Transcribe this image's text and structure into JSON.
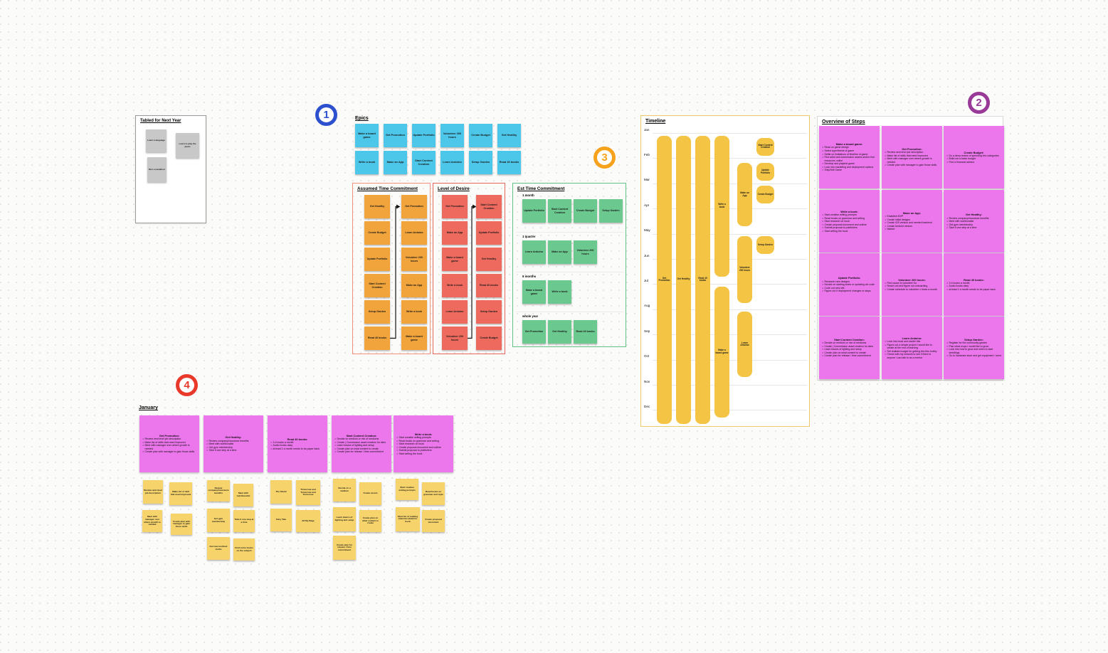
{
  "colors": {
    "cyan": "#4cc6e9",
    "orange": "#f2a43c",
    "red": "#ee6a5f",
    "green": "#6bc88e",
    "yellow_bar": "#f4c445",
    "yellow_note": "#f6d36b",
    "gray": "#c8c8c8",
    "magenta": "#ec77ec",
    "marker_blue": "#2d50cf",
    "marker_purple": "#993a99",
    "marker_orange": "#f6a21d",
    "marker_red": "#e8392b"
  },
  "markers": [
    {
      "number": "1",
      "color": "#2d50cf"
    },
    {
      "number": "2",
      "color": "#993a99"
    },
    {
      "number": "3",
      "color": "#f6a21d"
    },
    {
      "number": "4",
      "color": "#e8392b"
    }
  ],
  "tabled": {
    "title": "Tabled for Next Year",
    "notes": [
      "Learn a language",
      "Learn to play the piano",
      "Run a marathon"
    ]
  },
  "epics": {
    "title": "Epics",
    "notes": [
      "Make a board game",
      "Get Promotion",
      "Update Portfolio",
      "Volunteer 200 hours",
      "Create Budget",
      "Get Healthy",
      "Write a book",
      "Make an App",
      "Start Content Creation",
      "Learn Arduino",
      "Setup Garden",
      "Read 40 books"
    ]
  },
  "assumed": {
    "title": "Assumed Time Commitment",
    "left": [
      "Get Healthy",
      "Create Budget",
      "Update Portfolio",
      "Start Content Creation",
      "Setup Garden",
      "Read 40 books"
    ],
    "right": [
      "Get Promotion",
      "Learn Arduino",
      "Volunteer 200 hours",
      "Make an App",
      "Write a book",
      "Make a board game"
    ]
  },
  "desire": {
    "title": "Level of Desire",
    "left": [
      "Get Promotion",
      "Make an App",
      "Make a board game",
      "Write a book",
      "Learn Arduino",
      "Volunteer 200 hours"
    ],
    "right": [
      "Start Content Creation",
      "Update Portfolio",
      "Get Healthy",
      "Read 40 books",
      "Setup Garden",
      "Create Budget"
    ]
  },
  "est": {
    "title": "Est Time Commitment",
    "groups": [
      {
        "label": "1 month",
        "notes": [
          "Update Portfolio",
          "Start Content Creation",
          "Create Budget",
          "Setup Garden"
        ]
      },
      {
        "label": "1 quarter",
        "notes": [
          "Learn Arduino",
          "Make an App",
          "Volunteer 200 hours"
        ]
      },
      {
        "label": "6 months",
        "notes": [
          "Make a board game",
          "Write a book"
        ]
      },
      {
        "label": "whole year",
        "notes": [
          "Get Promotion",
          "Get Healthy",
          "Read 40 books"
        ]
      }
    ]
  },
  "timeline": {
    "title": "Timeline",
    "months": [
      "Jan",
      "Feb",
      "Mar",
      "Apr",
      "May",
      "Jun",
      "Jul",
      "Aug",
      "Sep",
      "Oct",
      "Nov",
      "Dec"
    ],
    "bars": [
      {
        "label": "Get Promotion",
        "col": 0,
        "from": 0.1,
        "to": 11.55
      },
      {
        "label": "Get Healthy",
        "col": 1,
        "from": 0.1,
        "to": 11.55
      },
      {
        "label": "Read 40 books",
        "col": 2,
        "from": 0.1,
        "to": 11.55
      },
      {
        "label": "Write a book",
        "col": 3,
        "from": 0.1,
        "to": 5.7
      },
      {
        "label": "Make a board game",
        "col": 3,
        "from": 6.1,
        "to": 11.3
      },
      {
        "label": "Make an App",
        "col": 4,
        "from": 1.2,
        "to": 3.7
      },
      {
        "label": "Volunteer 200 hours",
        "col": 4,
        "from": 4.1,
        "to": 6.75
      },
      {
        "label": "Learn Arduino",
        "col": 4,
        "from": 7.1,
        "to": 9.7
      },
      {
        "label": "Start Content Creation",
        "col": 5,
        "from": 0.2,
        "to": 0.9
      },
      {
        "label": "Update Portfolio",
        "col": 5,
        "from": 1.2,
        "to": 1.9
      },
      {
        "label": "Create Budget",
        "col": 5,
        "from": 2.1,
        "to": 2.8
      },
      {
        "label": "Setup Garden",
        "col": 5,
        "from": 4.1,
        "to": 4.8
      }
    ]
  },
  "overview": {
    "title": "Overview of Steps",
    "cards": [
      {
        "title": "Make a board game:",
        "bullets": [
          "Read on game design",
          "Select type/theme of game",
          "Settle on limitations of timeline of game",
          "Find artist and commission assets and/or find resources online",
          "Develop and playtest game",
          "Look into marketing and deployment options",
          "Ship/Sell Game"
        ]
      },
      {
        "title": "Get Promotion:",
        "bullets": [
          "Review next level job description",
          "Make list of skills that need improved",
          "Meet with manager over where growth is needed",
          "Create plan with manager to gain those skills"
        ]
      },
      {
        "title": "Create Budget:",
        "bullets": [
          "Do a deep review of spending into categories",
          "Build out a basic budget",
          "Find a financial advisor"
        ]
      },
      {
        "title": "Write a book:",
        "bullets": [
          "Start creative writing prompts",
          "Read books on grammar and writing",
          "Start research on book",
          "Create proposal document and outline",
          "Submit proposal to publishers",
          "Start writing the book"
        ]
      },
      {
        "title": "Make an App:",
        "bullets": [
          "Establish MVP",
          "Create initial designs",
          "Create iOS version and needed backend",
          "Create Android version",
          "Market"
        ]
      },
      {
        "title": "Get Healthy:",
        "bullets": [
          "Review company/insurance benefits",
          "Meet with nutritionalist",
          "Get gym membership",
          "Take it one step at a time"
        ]
      },
      {
        "title": "Update Portfolio:",
        "bullets": [
          "Research new designs",
          "Decide on starting anew or updating old code",
          "Code out new site",
          "Figure out if deployment changes or stays"
        ]
      },
      {
        "title": "Volunteer 200 hours:",
        "bullets": [
          "Find cause to volunteer for",
          "Reach out and figure out onboarding",
          "Create schedule to volunteer x times a month"
        ]
      },
      {
        "title": "Read 40 books:",
        "bullets": [
          "3-4 books a month",
          "Audio books okay",
          "at least 1 a month needs to be paper back"
        ]
      },
      {
        "title": "Start Content Creation:",
        "bullets": [
          "Decide on medium or mix of mediums",
          "Create | Commission asset creation for sites",
          "Learn basics of lighting and setup",
          "Create plan on what content to create",
          "Create plan for release / time commitment"
        ]
      },
      {
        "title": "Learn Arduino:",
        "bullets": [
          "Look into book and starter kits",
          "Figure out a simple project I would like to create at the end of learning",
          "Set realistic budget for getting into this hobby",
          "Check with my network to see if there is anyone I can talk to as a mentor"
        ]
      },
      {
        "title": "Setup Garden:",
        "bullets": [
          "Register for the community garden",
          "Plan what crops I would like to grow",
          "Look into how to grow and when to start seedlings",
          "Go to hardware store and get equipment / seed"
        ]
      }
    ]
  },
  "january": {
    "title": "January",
    "cards": [
      {
        "title": "Get Promotion:",
        "bullets": [
          "Review next level job description",
          "Make list of skills that need improved",
          "Meet with manager over where growth is needed",
          "Create plan with manager to gain those skills"
        ]
      },
      {
        "title": "Get Healthy:",
        "bullets": [
          "Review company/insurance benefits",
          "Meet with nutritionalist",
          "Get gym membership",
          "Take it one step at a time"
        ]
      },
      {
        "title": "Read 40 books:",
        "bullets": [
          "3-4 books a month",
          "Audio books okay",
          "at least 1 a month needs to be paper back"
        ]
      },
      {
        "title": "Start Content Creation:",
        "bullets": [
          "Decide on medium or mix of mediums",
          "Create | Commission asset creation for sites",
          "Learn basics of lighting and setup",
          "Create plan on what content to create",
          "Create plan for release / time commitment"
        ]
      },
      {
        "title": "Write a book:",
        "bullets": [
          "Start creative writing prompts",
          "Read books on grammar and writing",
          "Start research on book",
          "Create proposal document and outline",
          "Submit proposal to publishers",
          "Start writing the book"
        ]
      }
    ],
    "clusters": [
      [
        "Review next level job description",
        "Make list of skill that need improved",
        "Meet with manager over where growth is needed",
        "Create plan with manager to gain those skills"
      ],
      [
        "Review company/insurance benefits",
        "Meet with nutritionalist",
        "Get gym membership",
        "Take it one step at a time",
        "Get new workout cloths",
        "Find some books on the subject"
      ],
      [
        "The Stand",
        "Tomorrow and Tomorrow and Tomorrow",
        "Fairy Tale",
        "All My Rage"
      ],
      [
        "Decide on a medium",
        "Create assets",
        "Learn basics of lighting and setup",
        "Create plan on what content to create",
        "Create plan for release / time commitment"
      ],
      [
        "Start creative writing prompts",
        "Read books on grammar and style",
        "Start list of reading material related to book",
        "Create proposal document"
      ]
    ]
  }
}
